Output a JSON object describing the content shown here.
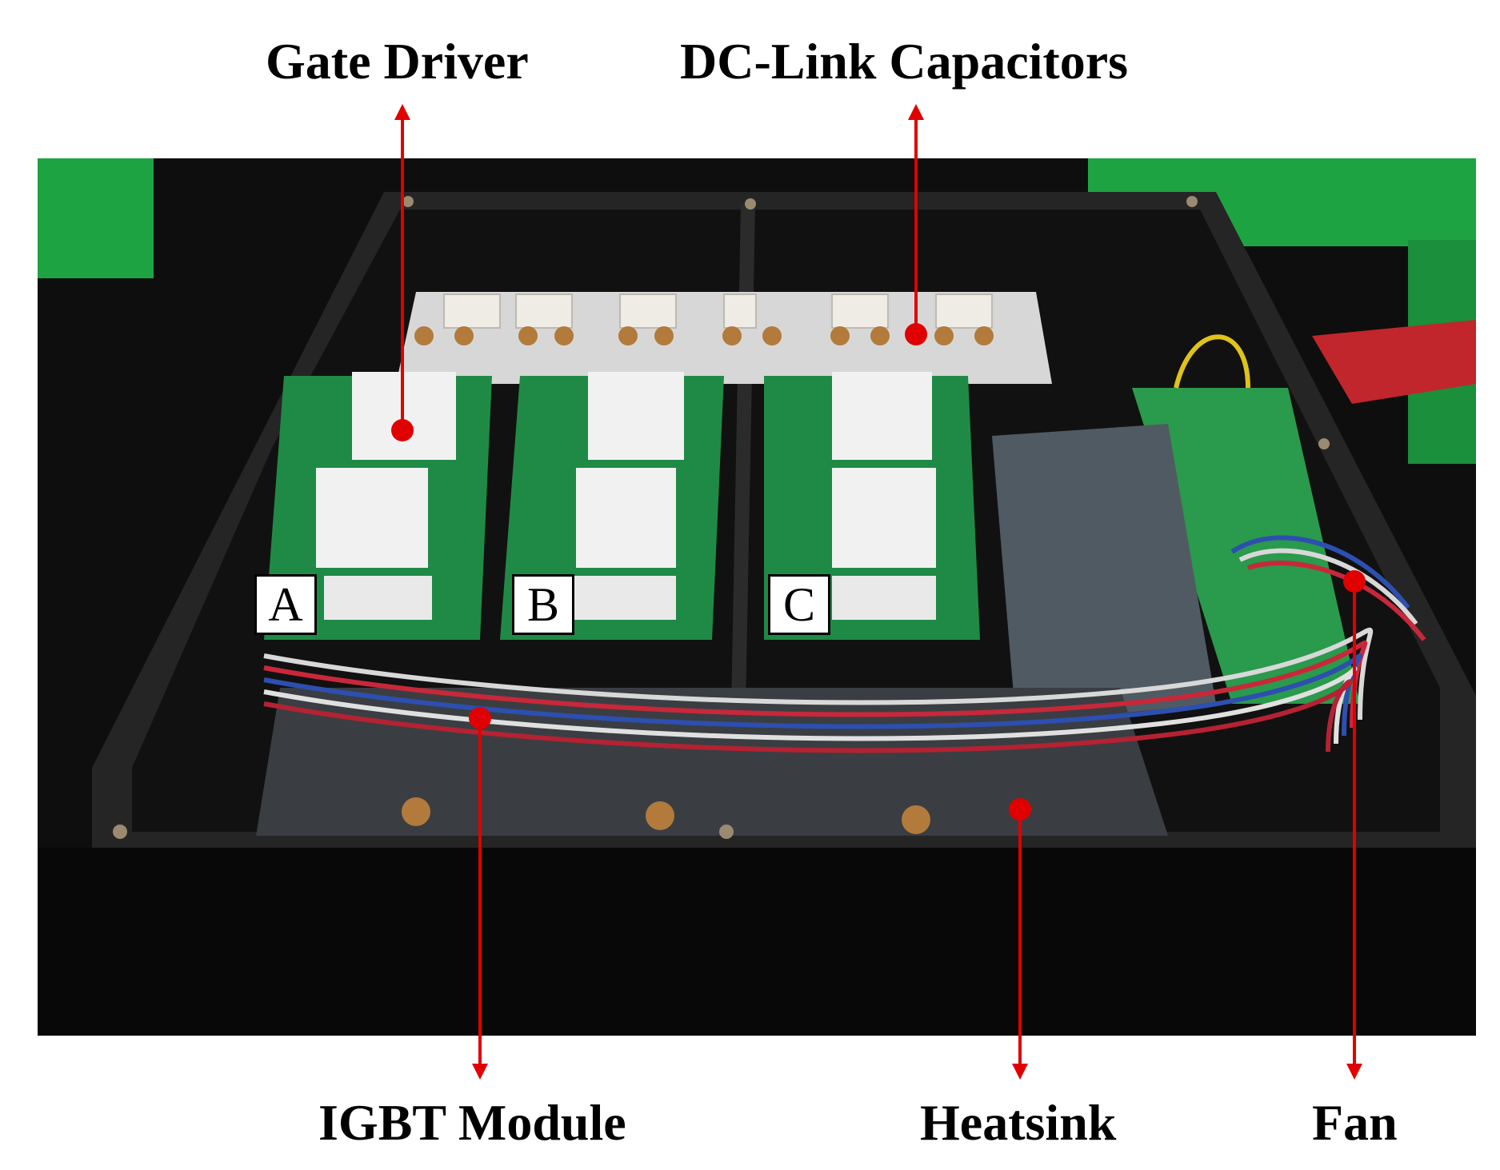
{
  "annotations": {
    "gate_driver": "Gate Driver",
    "dc_link_capacitors": "DC-Link Capacitors",
    "igbt_module": "IGBT Module",
    "heatsink": "Heatsink",
    "fan": "Fan"
  },
  "phases": [
    "A",
    "B",
    "C"
  ],
  "colors": {
    "arrow": "#e00000",
    "cabinet": "#0c0c0c",
    "pcb": "#1f8a46",
    "background_green": "#1ea343"
  }
}
